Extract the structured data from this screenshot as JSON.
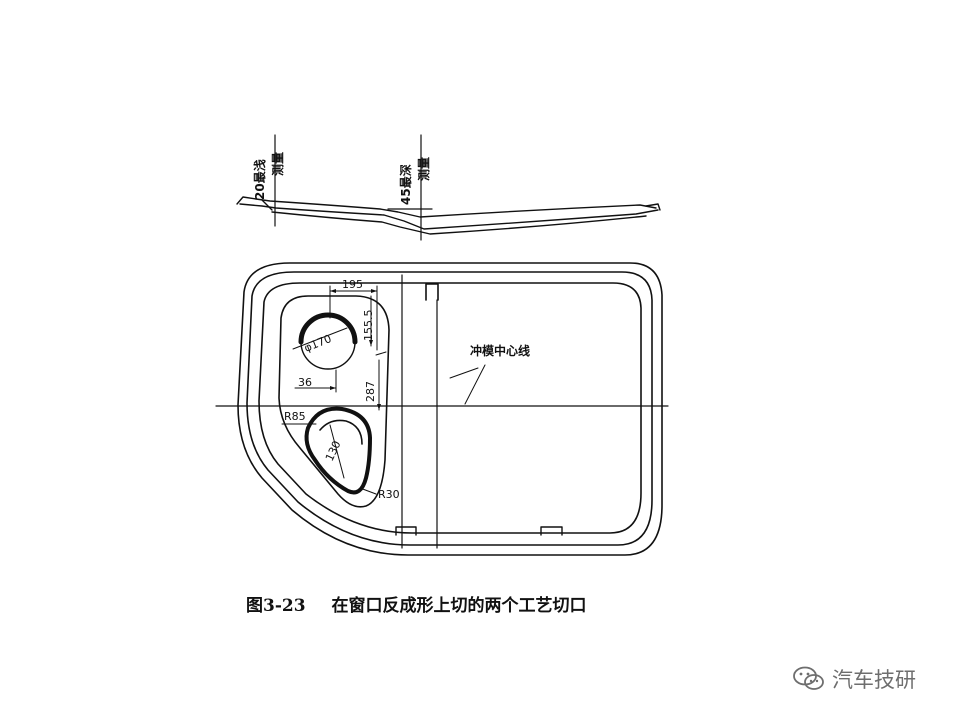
{
  "figure": {
    "top_labels": {
      "shallow": "20最浅",
      "shallow_sub": "测量",
      "deep": "45最深",
      "deep_sub": "测量"
    },
    "dimensions": {
      "d195": "195",
      "d155": "155.5",
      "phi170": "φ170",
      "d36": "36",
      "d287": "287",
      "r85": "R85",
      "d130": "130",
      "r30": "R30"
    },
    "centerline_label": "冲模中心线"
  },
  "caption": {
    "number": "图3-23",
    "text": "在窗口反成形上切的两个工艺切口"
  },
  "watermark": {
    "text": "汽车技研"
  }
}
